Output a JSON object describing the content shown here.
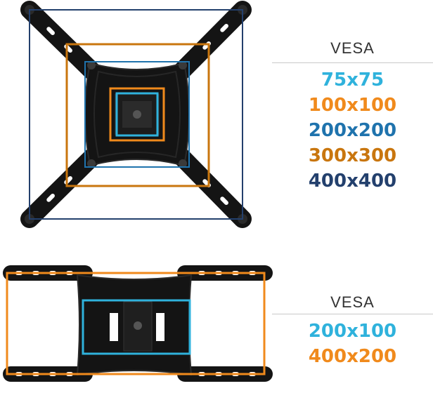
{
  "mount_top": {
    "heading": "VESA",
    "sizes": [
      {
        "label": "75x75",
        "color": "#2fb2dc"
      },
      {
        "label": "100x100",
        "color": "#f08a1c"
      },
      {
        "label": "200x200",
        "color": "#1f73ad"
      },
      {
        "label": "300x300",
        "color": "#c9760e"
      },
      {
        "label": "400x400",
        "color": "#23406d"
      }
    ]
  },
  "mount_bottom": {
    "heading": "VESA",
    "sizes": [
      {
        "label": "200x100",
        "color": "#2fb2dc"
      },
      {
        "label": "400x200",
        "color": "#f08a1c"
      }
    ]
  },
  "colors": {
    "bracket": "#141414",
    "bracket_edge": "#2a2a2a",
    "rule": "#c9c9c9",
    "heading": "#333333"
  }
}
